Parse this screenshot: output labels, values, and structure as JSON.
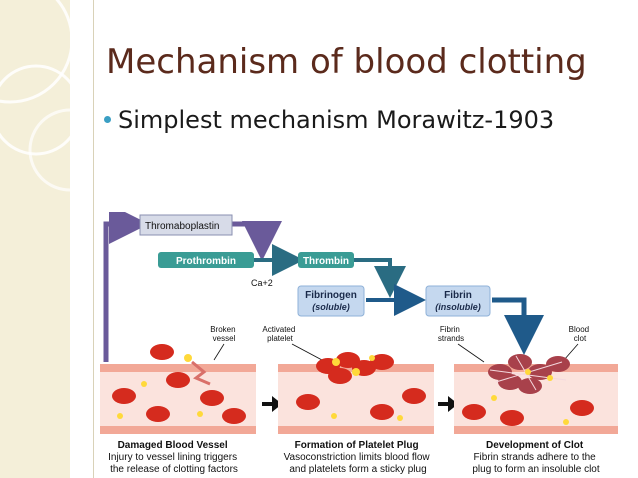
{
  "slide": {
    "title": "Mechanism of blood clotting",
    "bullet": "Simplest mechanism Morawitz-1903"
  },
  "diagram": {
    "thromboplastin": "Thromaboplastin",
    "prothrombin": "Prothrombin",
    "thrombin": "Thrombin",
    "cofactor": "Ca+2",
    "fibrinogen": "Fibrinogen",
    "fibrinogen_state": "(soluble)",
    "fibrin": "Fibrin",
    "fibrin_state": "(insoluble)",
    "callouts": {
      "broken_vessel": [
        "Broken",
        "vessel"
      ],
      "activated_platelet": [
        "Activated",
        "platelet"
      ],
      "fibrin_strands": [
        "Fibrin",
        "strands"
      ],
      "blood_clot": [
        "Blood",
        "clot"
      ]
    },
    "stages": [
      {
        "title": "Damaged Blood Vessel",
        "lines": [
          "Injury to vessel lining triggers",
          "the release of clotting factors"
        ]
      },
      {
        "title": "Formation of Platelet Plug",
        "lines": [
          "Vasoconstriction limits blood flow",
          "and platelets form a sticky plug"
        ]
      },
      {
        "title": "Development of Clot",
        "lines": [
          "Fibrin strands adhere to the",
          "plug to form an insoluble clot"
        ]
      }
    ]
  },
  "colors": {
    "title": "#5b2a1c",
    "bullet": "#3a9fc4",
    "pill": "#3a9c95",
    "fibrin_box": "#c5d8ef",
    "pathway_arrow": "#1f5a8a",
    "purple_arrow": "#6a5a9a"
  }
}
